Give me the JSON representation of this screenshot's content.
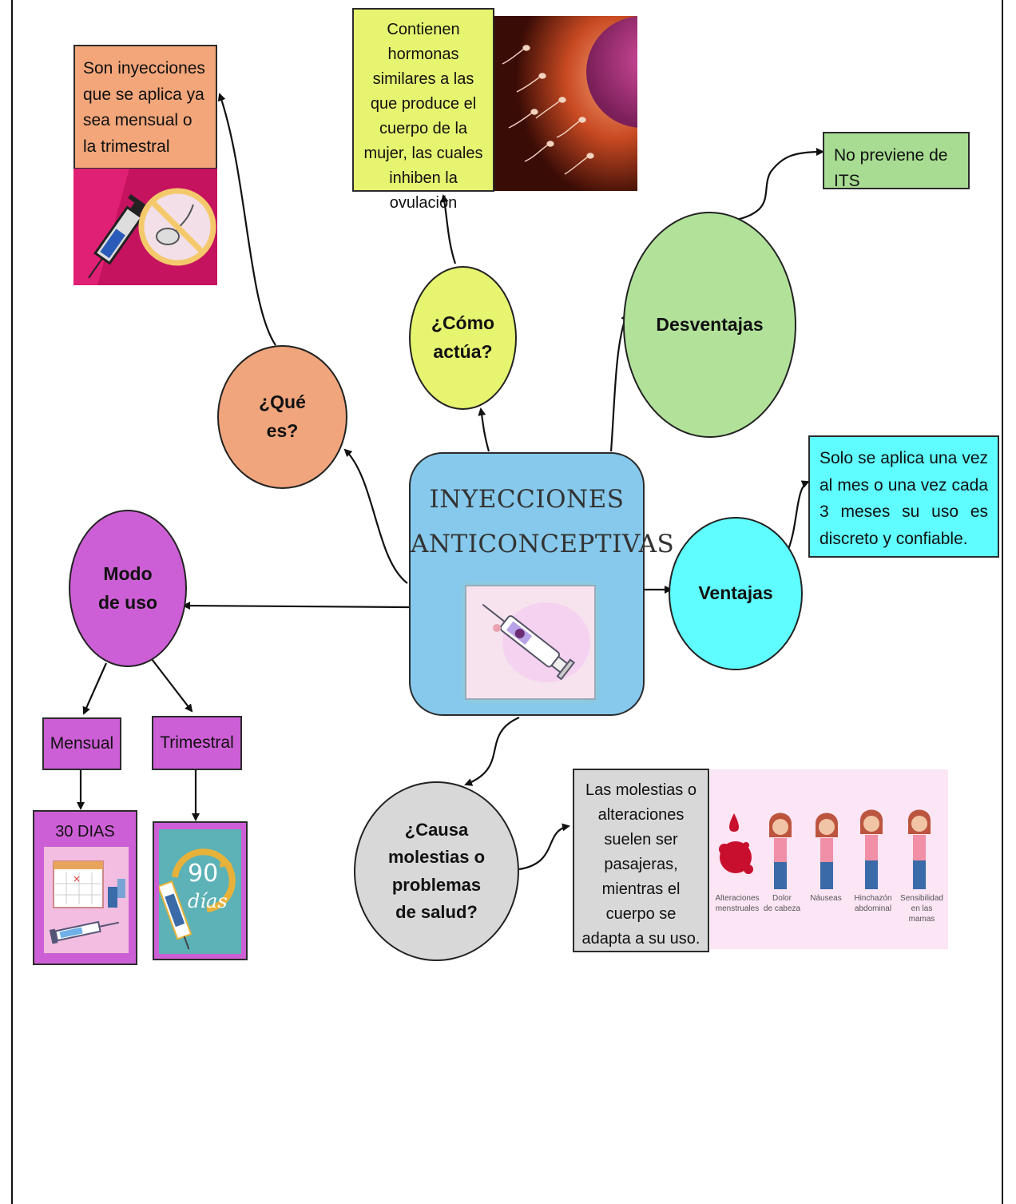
{
  "center": {
    "title_line1": "INYECCIONES",
    "title_line2": "ANTICONCEPTIVAS"
  },
  "que_es": {
    "circle_line1": "¿Qué",
    "circle_line2": "es?",
    "text": "Son inyecciones que se aplica ya sea mensual o la trimestral"
  },
  "como_actua": {
    "circle_line1": "¿Cómo",
    "circle_line2": "actúa?",
    "text": "Contienen hormonas similares a las que produce el cuerpo de la mujer, las cuales inhiben la ovulación"
  },
  "desventajas": {
    "circle": "Desventajas",
    "text": "No previene de ITS"
  },
  "ventajas": {
    "circle": "Ventajas",
    "text": "Solo se aplica una vez al mes o una vez cada 3 meses su uso es discreto y confiable."
  },
  "modo_uso": {
    "circle_line1": "Modo",
    "circle_line2": "de uso",
    "mensual": "Mensual",
    "trimestral": "Trimestral",
    "mensual_days": "30 DIAS",
    "trimestral_days_number": "90",
    "trimestral_days_word": "días"
  },
  "molestias": {
    "circle_lines": [
      "¿Causa",
      "molestias o",
      "problemas",
      "de salud?"
    ],
    "text": "Las molestias o alteraciones suelen ser pasajeras, mientras el cuerpo se adapta a su uso.",
    "symptoms": [
      {
        "line1": "Alteraciones",
        "line2": "menstruales"
      },
      {
        "line1": "Dolor",
        "line2": "de cabeza"
      },
      {
        "line1": "Náuseas",
        "line2": ""
      },
      {
        "line1": "Hinchazón",
        "line2": "abdominal"
      },
      {
        "line1": "Sensibilidad",
        "line2": "en las mamas"
      }
    ]
  },
  "colors": {
    "orange": "#f0a57d",
    "yellow": "#e7f470",
    "green": "#b2e29a",
    "cyan": "#5ffdff",
    "purple": "#cd5fd6",
    "gray": "#d8d8d8",
    "blue": "#86c9ec"
  }
}
